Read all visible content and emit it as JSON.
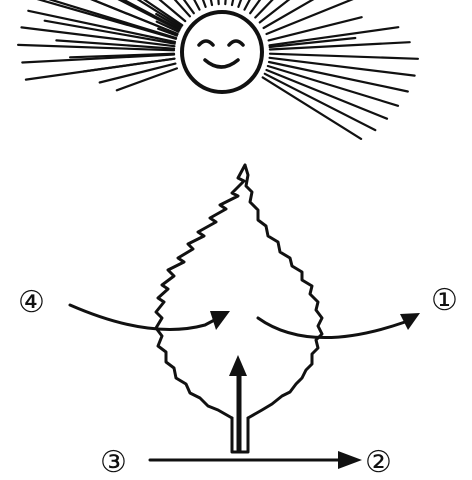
{
  "labels": {
    "one": "①",
    "two": "②",
    "three": "③",
    "four": "④"
  },
  "colors": {
    "ink": "#111111",
    "background": "#ffffff"
  },
  "icons": {
    "sun": "smiling-sun-icon",
    "leaf": "leaf-icon"
  }
}
